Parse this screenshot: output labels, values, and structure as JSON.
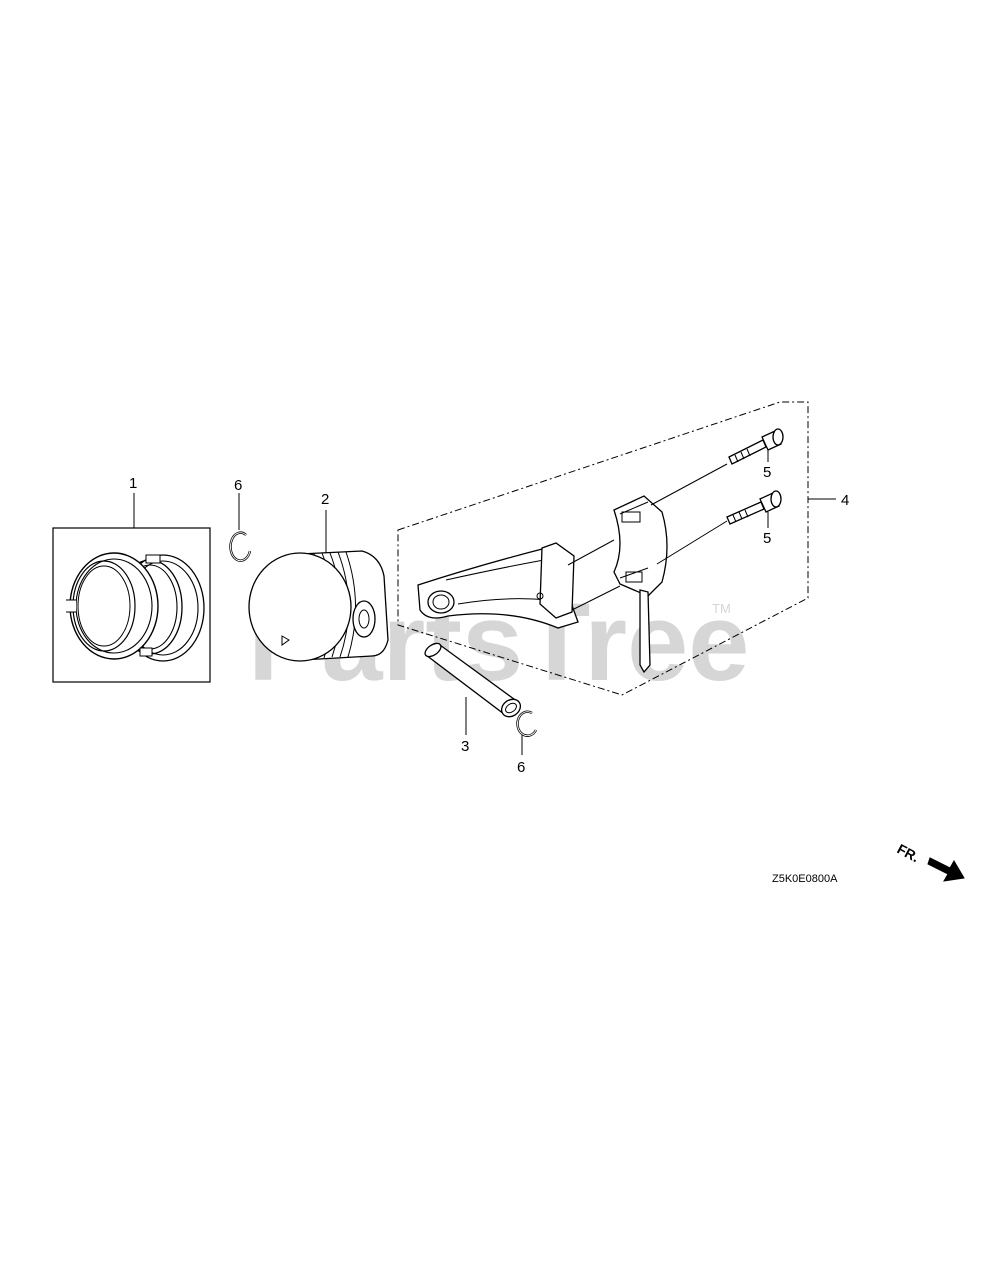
{
  "watermark": {
    "text": "PartsTree",
    "trademark": "TM"
  },
  "callouts": [
    {
      "id": "piston-rings",
      "number": "1"
    },
    {
      "id": "piston",
      "number": "2"
    },
    {
      "id": "piston-pin",
      "number": "3"
    },
    {
      "id": "connecting-rod-assembly",
      "number": "4"
    },
    {
      "id": "rod-bolt-upper",
      "number": "5"
    },
    {
      "id": "rod-bolt-lower",
      "number": "5"
    },
    {
      "id": "pin-clip-upper",
      "number": "6"
    },
    {
      "id": "pin-clip-lower",
      "number": "6"
    }
  ],
  "direction_indicator": {
    "label": "FR."
  },
  "diagram_code": "Z5K0E0800A"
}
